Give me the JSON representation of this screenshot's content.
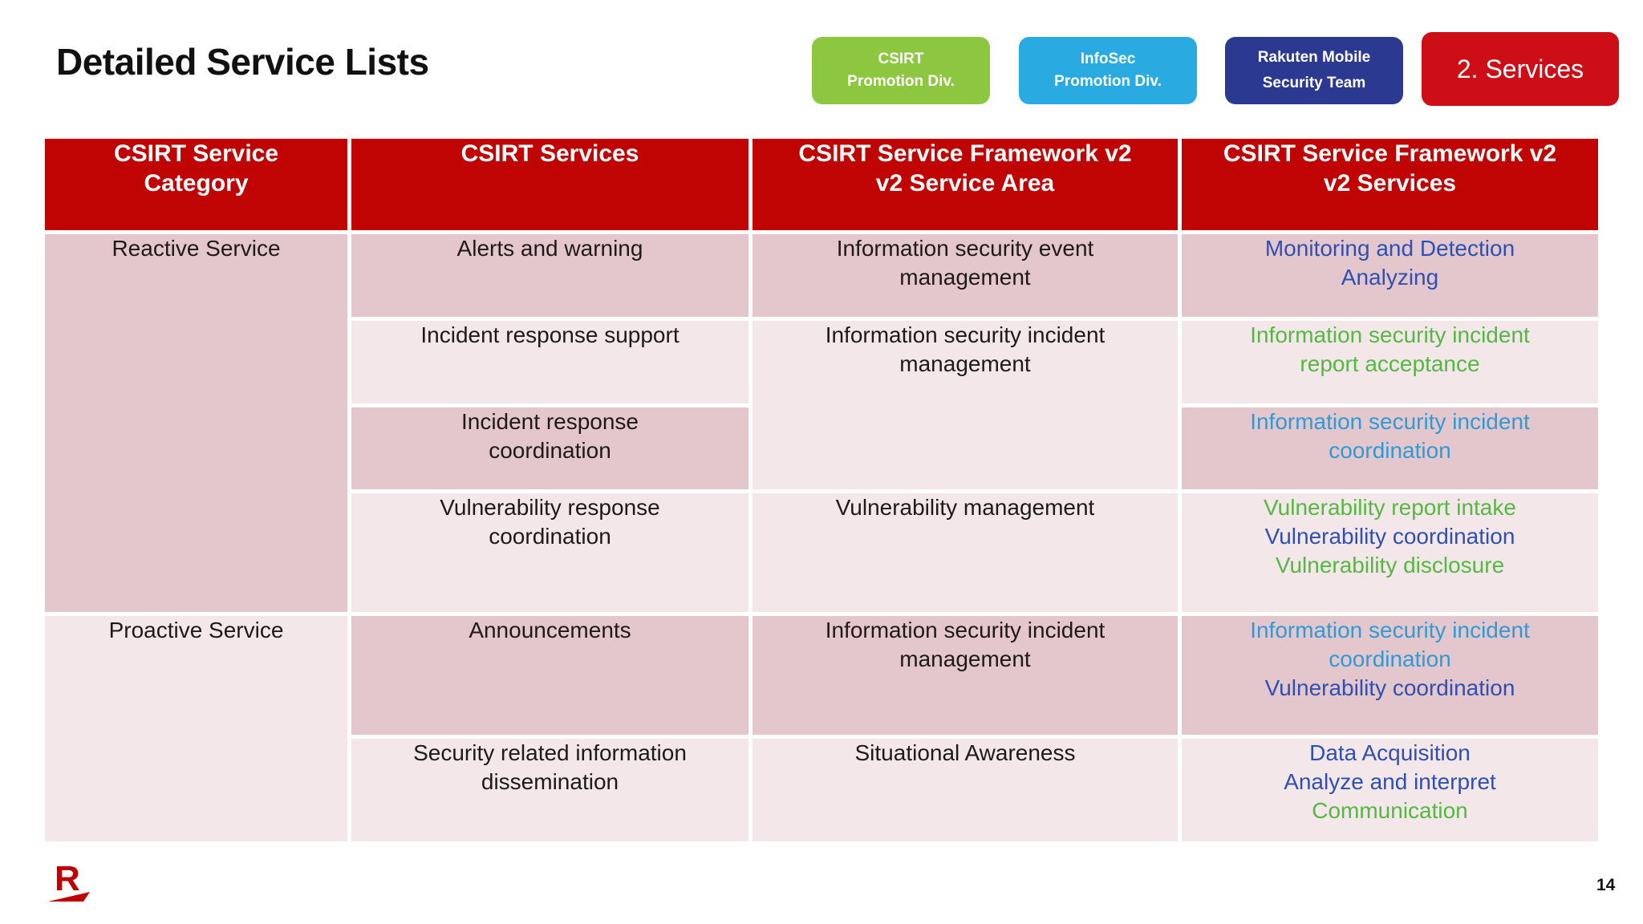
{
  "palette": {
    "header_red": "#C00404",
    "badge_green": "#8DC63F",
    "badge_cyan": "#29ABE2",
    "badge_navy": "#2B3990",
    "badge_red": "#CE0E16",
    "cell_dark": "#E4C7CD",
    "cell_light": "#F4E7E9",
    "header_text": "#FFFFFF",
    "text_black": "#1F1A1A",
    "text_green": "#55B843",
    "text_royal": "#2E50B4",
    "text_cyan": "#2D9BD6",
    "logo_red": "#BF0000"
  },
  "title": "Detailed Service Lists",
  "badges": {
    "csirt_promotion": {
      "line1": "CSIRT",
      "line2": "Promotion Div."
    },
    "infosec_promotion": {
      "line1": "InfoSec",
      "line2": "Promotion Div."
    },
    "rakuten_mobile": {
      "line1": "Rakuten Mobile",
      "line2": "Security Team"
    },
    "services_section": {
      "line1": "2. Services"
    }
  },
  "table": {
    "headers": {
      "category": {
        "l0": "CSIRT Service",
        "l1": "Category"
      },
      "services": {
        "l0": "CSIRT Services"
      },
      "area": {
        "l0": "CSIRT Service Framework v2",
        "l1": "v2 Service Area"
      },
      "framework": {
        "l0": "CSIRT Service Framework v2",
        "l1": "v2 Services"
      }
    },
    "rows": [
      {
        "category": {
          "text": "Reactive Service"
        },
        "service": {
          "l0": "Alerts and warning"
        },
        "area": {
          "l0": "Information security event",
          "l1": "management"
        },
        "framework": {
          "l0": "Monitoring and Detection",
          "l1": "Analyzing"
        }
      },
      {
        "service": {
          "l0": "Incident response support"
        },
        "area": {
          "l0": "Information security incident",
          "l1": "management"
        },
        "framework": {
          "l0": "Information security incident",
          "l1": "report acceptance"
        }
      },
      {
        "service": {
          "l0": "Incident response",
          "l1": "coordination"
        },
        "framework": {
          "l0": "Information security incident",
          "l1": "coordination"
        }
      },
      {
        "service": {
          "l0": "Vulnerability response",
          "l1": "coordination"
        },
        "area": {
          "l0": "Vulnerability management"
        },
        "framework": {
          "l0": "Vulnerability report intake",
          "l1": "Vulnerability coordination",
          "l2": "Vulnerability disclosure"
        }
      },
      {
        "category": {
          "text": "Proactive Service"
        },
        "service": {
          "l0": "Announcements"
        },
        "area": {
          "l0": "Information security incident",
          "l1": "management"
        },
        "framework": {
          "l0": "Information security incident",
          "l1": "coordination",
          "l2": "Vulnerability coordination"
        }
      },
      {
        "service": {
          "l0": "Security related information",
          "l1": "dissemination"
        },
        "area": {
          "l0": "Situational Awareness"
        },
        "framework": {
          "l0": "Data Acquisition",
          "l1": "Analyze and interpret",
          "l2": "Communication"
        }
      }
    ]
  },
  "footer": {
    "logo_letter": "R",
    "page_number": "14"
  }
}
